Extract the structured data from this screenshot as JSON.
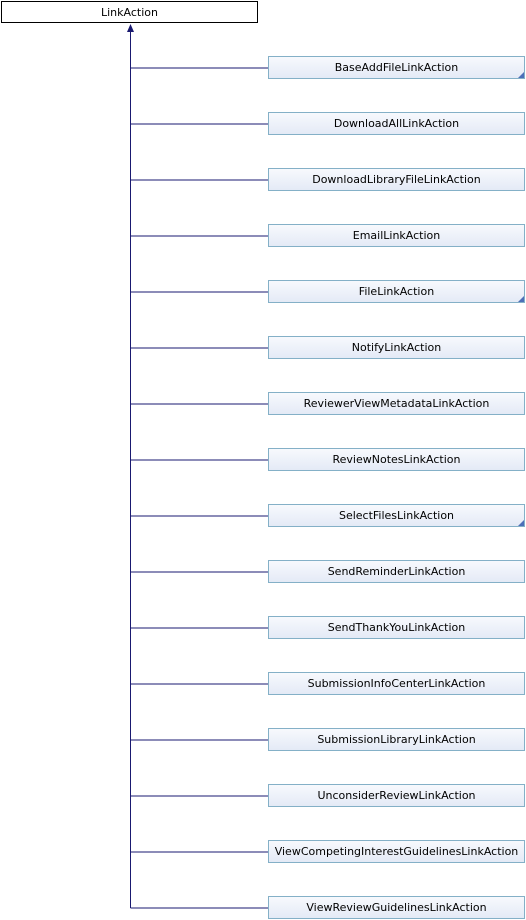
{
  "diagram": {
    "base_class": "LinkAction",
    "subclasses": [
      {
        "name": "BaseAddFileLinkAction",
        "has_more": true
      },
      {
        "name": "DownloadAllLinkAction",
        "has_more": false
      },
      {
        "name": "DownloadLibraryFileLinkAction",
        "has_more": false
      },
      {
        "name": "EmailLinkAction",
        "has_more": false
      },
      {
        "name": "FileLinkAction",
        "has_more": true
      },
      {
        "name": "NotifyLinkAction",
        "has_more": false
      },
      {
        "name": "ReviewerViewMetadataLinkAction",
        "has_more": false
      },
      {
        "name": "ReviewNotesLinkAction",
        "has_more": false
      },
      {
        "name": "SelectFilesLinkAction",
        "has_more": true
      },
      {
        "name": "SendReminderLinkAction",
        "has_more": false
      },
      {
        "name": "SendThankYouLinkAction",
        "has_more": false
      },
      {
        "name": "SubmissionInfoCenterLinkAction",
        "has_more": false
      },
      {
        "name": "SubmissionLibraryLinkAction",
        "has_more": false
      },
      {
        "name": "UnconsiderReviewLinkAction",
        "has_more": false
      },
      {
        "name": "ViewCompetingInterestGuidelinesLinkAction",
        "has_more": false
      },
      {
        "name": "ViewReviewGuidelinesLinkAction",
        "has_more": false
      }
    ],
    "colors": {
      "edge": "#191970",
      "node_border": "#84b0c7",
      "fold_mark": "#4d6fb8",
      "base_border": "#000000"
    }
  }
}
